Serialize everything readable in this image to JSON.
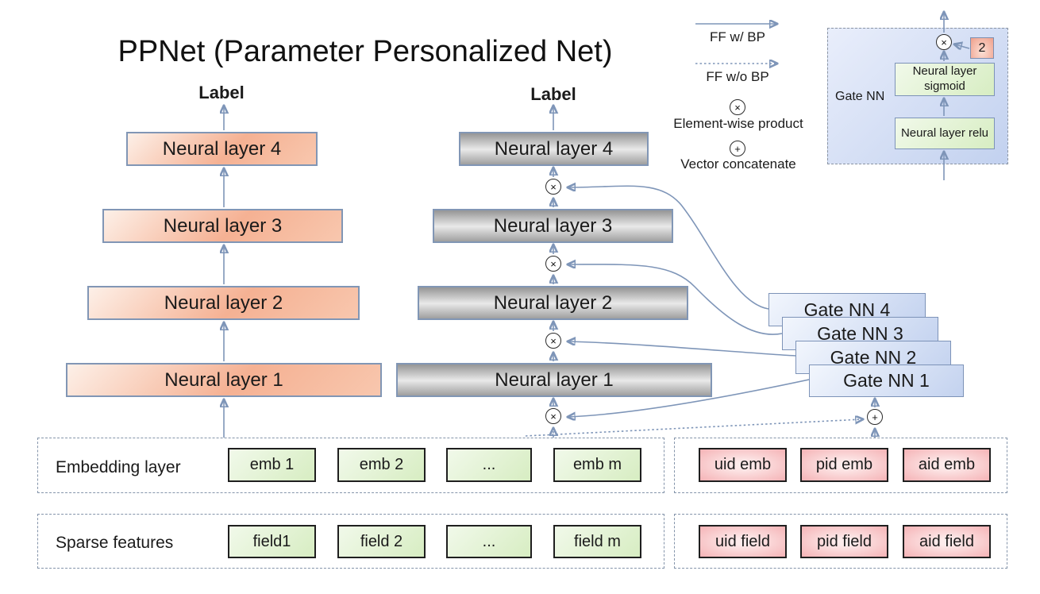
{
  "title": "PPNet (Parameter Personalized Net)",
  "left_tower": {
    "label": "Label",
    "layers": [
      "Neural layer 4",
      "Neural layer 3",
      "Neural layer 2",
      "Neural layer 1"
    ]
  },
  "main_tower": {
    "label": "Label",
    "layers": [
      "Neural layer 4",
      "Neural layer 3",
      "Neural layer 2",
      "Neural layer 1"
    ]
  },
  "gate_stack": [
    "Gate NN 4",
    "Gate NN 3",
    "Gate NN 2",
    "Gate NN 1"
  ],
  "legend": {
    "ff_bp": "FF w/ BP",
    "ff_wo_bp": "FF w/o BP",
    "product_label": "Element-wise product",
    "concat_label": "Vector concatenate"
  },
  "glyphs": {
    "product": "×",
    "concat": "+"
  },
  "gate_detail": {
    "label": "Gate NN",
    "sigmoid": "Neural layer sigmoid",
    "relu": "Neural layer relu",
    "scale": "2"
  },
  "embedding_row": {
    "label": "Embedding layer",
    "shared": [
      "emb 1",
      "emb 2",
      "...",
      "emb m"
    ],
    "personal": [
      "uid emb",
      "pid emb",
      "aid emb"
    ]
  },
  "sparse_row": {
    "label": "Sparse features",
    "shared": [
      "field1",
      "field 2",
      "...",
      "field m"
    ],
    "personal": [
      "uid field",
      "pid field",
      "aid field"
    ]
  },
  "colors": {
    "arrow": "#7e95b8",
    "salmon_box": "#f5b193",
    "gray_box": "#bdbdbd",
    "gate_blue": "#c3d2ef",
    "green_box": "#d7edc2",
    "pink_box": "#f5b3b6",
    "scale_box": "#ef9f8b"
  }
}
